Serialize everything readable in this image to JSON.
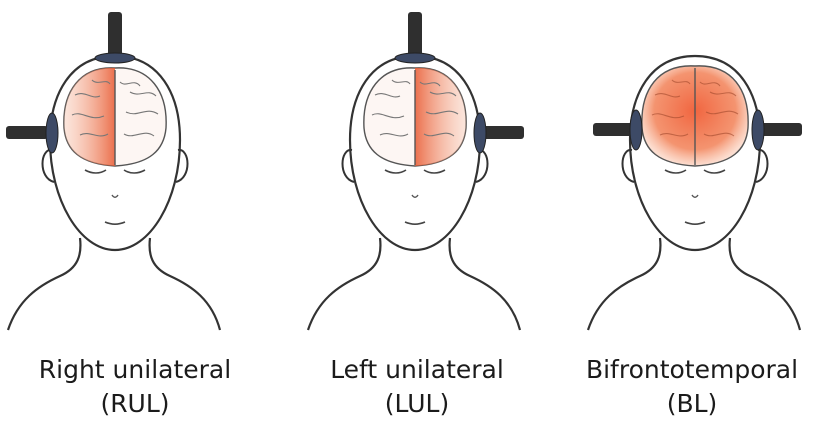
{
  "panels": [
    {
      "id": "rul",
      "name": "Right unilateral",
      "abbr": "(RUL)",
      "highlight": "right",
      "electrodes": [
        "top",
        "left"
      ]
    },
    {
      "id": "lul",
      "name": "Left unilateral",
      "abbr": "(LUL)",
      "highlight": "left",
      "electrodes": [
        "top",
        "right"
      ]
    },
    {
      "id": "bl",
      "name": "Bifrontotemporal",
      "abbr": "(BL)",
      "highlight": "both",
      "electrodes": [
        "left",
        "right"
      ]
    }
  ],
  "colors": {
    "stimulation": "#e8572e",
    "electrode": "#3d4a66",
    "electrode_dark": "#2c2c2c",
    "outline": "#333333"
  }
}
